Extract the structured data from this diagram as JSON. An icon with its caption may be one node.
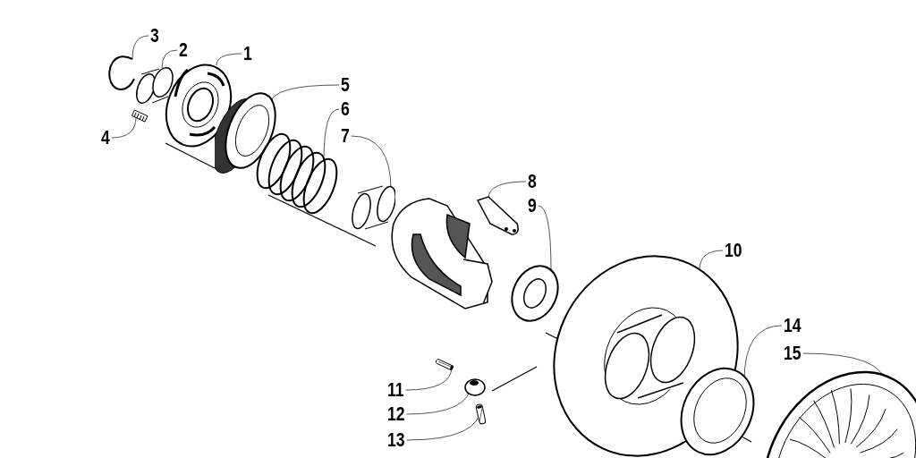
{
  "diagram": {
    "nodes": [
      {
        "text": [
          "1"
        ]
      },
      {
        "text": [
          "2"
        ]
      },
      {
        "text": [
          "3"
        ]
      },
      {
        "text": [
          "4"
        ]
      },
      {
        "text": [
          "5"
        ]
      },
      {
        "text": [
          "6"
        ]
      },
      {
        "text": [
          "7"
        ]
      },
      {
        "text": [
          "8"
        ]
      },
      {
        "text": [
          "9"
        ]
      },
      {
        "text": [
          "10"
        ]
      },
      {
        "text": [
          "11"
        ]
      },
      {
        "text": [
          "12"
        ]
      },
      {
        "text": [
          "13"
        ]
      },
      {
        "text": [
          "14"
        ]
      },
      {
        "text": [
          "15"
        ]
      },
      {
        "text": [],
        "shape": "picture"
      },
      {
        "text": [],
        "shape": "picture"
      },
      {
        "text": [],
        "shape": "picture"
      },
      {
        "text": [],
        "shape": "picture"
      },
      {
        "text": [],
        "shape": "picture"
      },
      {
        "text": [],
        "shape": "picture"
      },
      {
        "text": [],
        "shape": "picture"
      },
      {
        "text": [],
        "shape": "picture"
      },
      {
        "text": [],
        "shape": "picture"
      },
      {
        "text": [],
        "shape": "picture"
      },
      {
        "text": [],
        "shape": "picture"
      },
      {
        "text": [],
        "shape": "picture"
      },
      {
        "text": [],
        "shape": "picture"
      },
      {
        "text": [],
        "shape": "picture"
      },
      {
        "text": [],
        "shape": "picture"
      }
    ],
    "edges": [
      {
        "from": 0,
        "to": 18,
        "arrow": "none"
      },
      {
        "from": 1,
        "to": 17,
        "arrow": "none"
      },
      {
        "from": 2,
        "to": 15,
        "arrow": "none"
      },
      {
        "from": 3,
        "to": 16,
        "arrow": "none"
      },
      {
        "from": 4,
        "to": 19,
        "arrow": "none"
      },
      {
        "from": 5,
        "to": 20,
        "arrow": "none"
      },
      {
        "from": 6,
        "to": 21,
        "arrow": "none"
      },
      {
        "from": 7,
        "to": 25,
        "arrow": "none"
      },
      {
        "from": 8,
        "to": 26,
        "arrow": "none"
      },
      {
        "from": 9,
        "to": 27,
        "arrow": "none"
      },
      {
        "from": 10,
        "to": 22,
        "arrow": "none"
      },
      {
        "from": 11,
        "to": 23,
        "arrow": "none"
      },
      {
        "from": 12,
        "to": 24,
        "arrow": "none"
      },
      {
        "from": 13,
        "to": 28,
        "arrow": "none"
      },
      {
        "from": 14,
        "to": 29,
        "arrow": "none"
      }
    ]
  }
}
